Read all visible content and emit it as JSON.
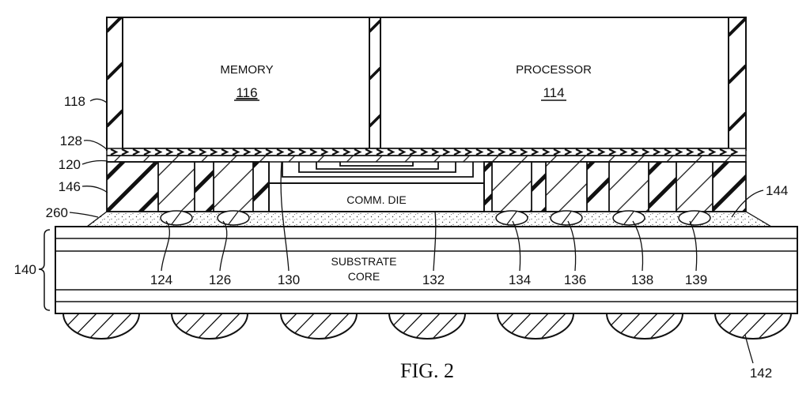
{
  "figure": {
    "caption": "FIG. 2",
    "labels": {
      "memory_title": "MEMORY",
      "memory_ref": "116",
      "processor_title": "PROCESSOR",
      "processor_ref": "114",
      "comm_die": "COMM. DIE",
      "substrate_line1": "SUBSTRATE",
      "substrate_line2": "CORE"
    },
    "refs": {
      "r118": "118",
      "r128": "128",
      "r120": "120",
      "r146": "146",
      "r260": "260",
      "r144": "144",
      "r140": "140",
      "r124": "124",
      "r126": "126",
      "r130": "130",
      "r132": "132",
      "r134": "134",
      "r136": "136",
      "r138": "138",
      "r139": "139",
      "r142": "142"
    }
  }
}
